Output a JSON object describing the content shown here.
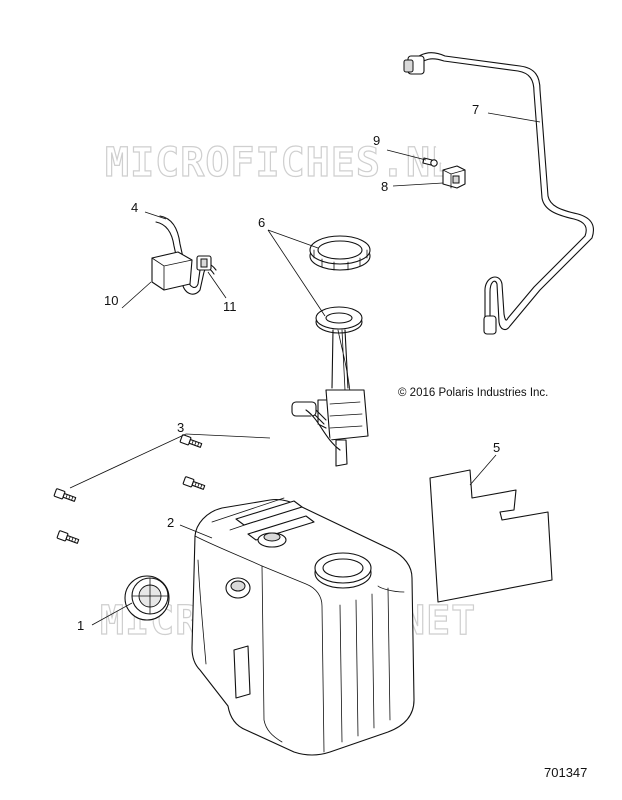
{
  "watermark": {
    "text": "MICROFICHES.NET"
  },
  "copyright": "© 2016 Polaris Industries Inc.",
  "diagram_number": "701347",
  "callouts": [
    {
      "number": "1"
    },
    {
      "number": "2"
    },
    {
      "number": "3"
    },
    {
      "number": "4"
    },
    {
      "number": "5"
    },
    {
      "number": "6"
    },
    {
      "number": "7"
    },
    {
      "number": "8"
    },
    {
      "number": "9"
    },
    {
      "number": "10"
    },
    {
      "number": "11"
    }
  ]
}
